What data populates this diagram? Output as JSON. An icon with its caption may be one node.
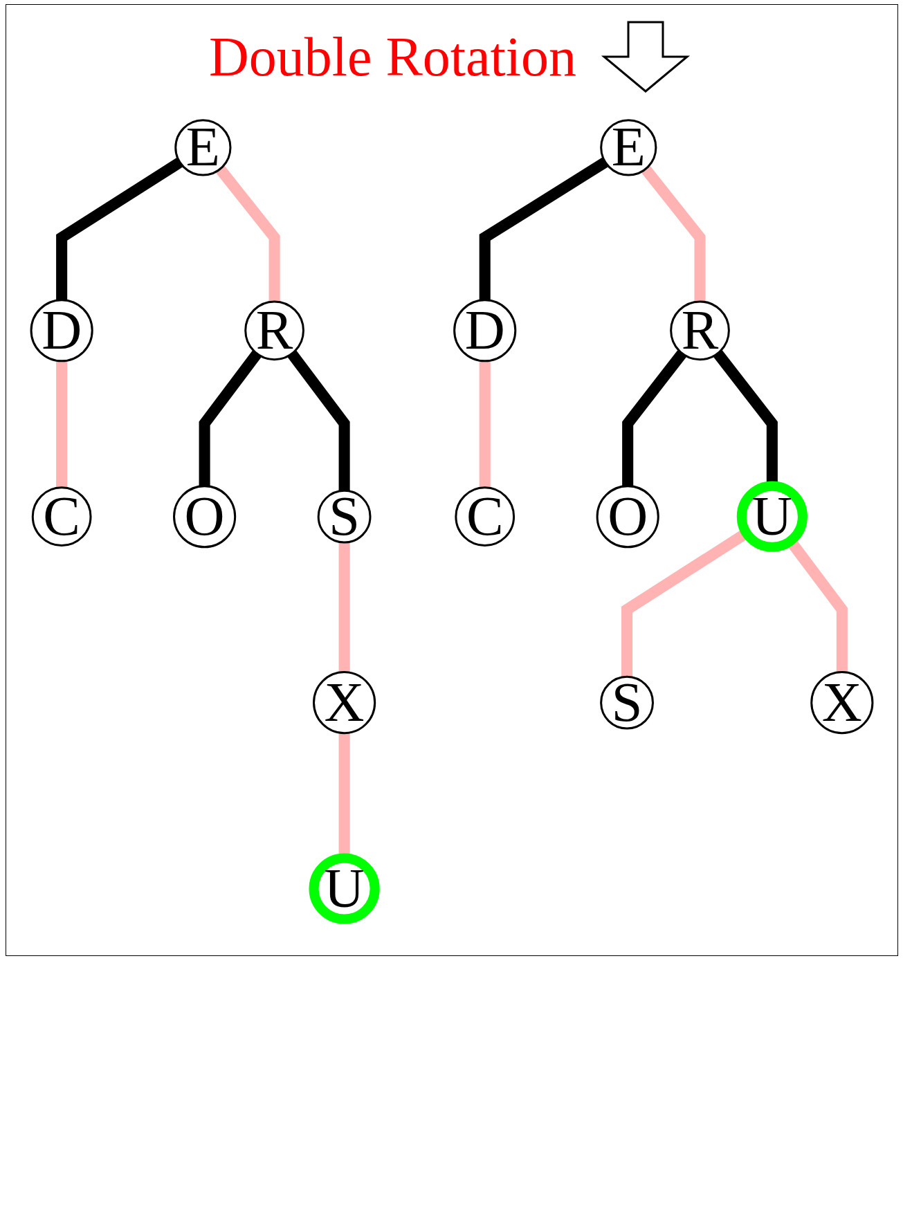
{
  "diagram": {
    "nodes": [
      {
        "text": [
          "E"
        ]
      },
      {
        "text": [
          "D"
        ]
      },
      {
        "text": [
          "R"
        ]
      },
      {
        "text": [
          "C"
        ]
      },
      {
        "text": [
          "O"
        ]
      },
      {
        "text": [
          "S"
        ]
      },
      {
        "text": [
          "X"
        ]
      },
      {
        "text": [
          "U"
        ]
      },
      {
        "text": [
          "E"
        ]
      },
      {
        "text": [
          "D"
        ]
      },
      {
        "text": [
          "R"
        ]
      },
      {
        "text": [
          "C"
        ]
      },
      {
        "text": [
          "O"
        ]
      },
      {
        "text": [
          "U"
        ]
      },
      {
        "text": [
          "S"
        ]
      },
      {
        "text": [
          "X"
        ]
      }
    ],
    "edges": [
      {
        "from": 0,
        "to": 1,
        "arrow": "none",
        "color": "#000000"
      },
      {
        "from": 0,
        "to": 2,
        "arrow": "none"
      },
      {
        "from": 1,
        "to": 3,
        "arrow": "none"
      },
      {
        "from": 2,
        "to": 4,
        "arrow": "none",
        "color": "#000000"
      },
      {
        "from": 2,
        "to": 5,
        "arrow": "none",
        "color": "#000000"
      },
      {
        "from": 5,
        "to": 6,
        "arrow": "none"
      },
      {
        "from": 6,
        "to": 7,
        "arrow": "none"
      },
      {
        "from": 8,
        "to": 9,
        "arrow": "none",
        "color": "#000000"
      },
      {
        "from": 8,
        "to": 10,
        "arrow": "none"
      },
      {
        "from": 9,
        "to": 11,
        "arrow": "none"
      },
      {
        "from": 10,
        "to": 12,
        "arrow": "none",
        "color": "#000000"
      },
      {
        "from": 10,
        "to": 13,
        "arrow": "none",
        "color": "#000000"
      },
      {
        "from": 13,
        "to": 14,
        "arrow": "none"
      },
      {
        "from": 13,
        "to": 15,
        "arrow": "none"
      }
    ],
    "labels": [
      "Double Rotation"
    ]
  }
}
